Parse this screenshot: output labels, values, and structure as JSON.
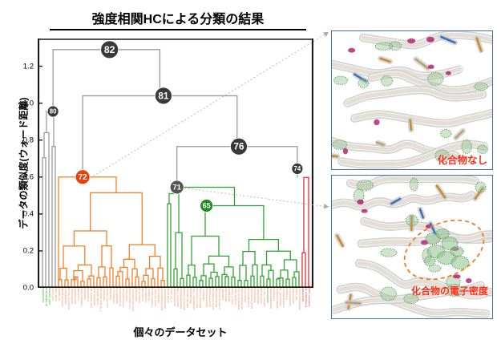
{
  "figure": {
    "title": "強度相関HCによる分類の結果",
    "xlabel": "個々のデータセット",
    "ylabel": "データの類似度(ウォード距離)"
  },
  "panels": {
    "top": {
      "caption": "化合物なし",
      "caption_color": "#ff2d16",
      "border_color": "#4a6fa8"
    },
    "bottom": {
      "caption": "化合物の電子密度",
      "caption_color": "#ff2d16",
      "border_color": "#4a6fa8",
      "highlight_shape": "dashed-ellipse",
      "highlight_color": "#f47c20"
    }
  },
  "colors": {
    "cluster_grey": "#9a9a9a",
    "cluster_orange": "#f57c20",
    "cluster_green": "#2ca02c",
    "cluster_red": "#e03131",
    "node_dark": "#3a3a3a",
    "node_orange": "#e8420a",
    "node_green": "#1e8c1e",
    "axis": "#222222",
    "guide_line": "#bdbdbd"
  },
  "chart_data": {
    "type": "dendrogram",
    "title": "強度相関HCによる分類の結果",
    "xlabel": "個々のデータセット",
    "ylabel": "データの類似度(ウォード距離)",
    "ylim": [
      0.0,
      1.35
    ],
    "yticks": [
      "0.0",
      "0.2",
      "0.4",
      "0.6",
      "0.8",
      "1.0",
      "1.2"
    ],
    "ytick_values": [
      0.0,
      0.2,
      0.4,
      0.6,
      0.8,
      1.0,
      1.2
    ],
    "grid": false,
    "legend": "none",
    "n_leaves": 84,
    "labeled_nodes": [
      {
        "id": "82",
        "height": 1.29,
        "x": 0.255,
        "color": "#3a3a3a",
        "text_color": "#ffffff",
        "r": 11
      },
      {
        "id": "81",
        "height": 1.04,
        "x": 0.455,
        "color": "#3a3a3a",
        "text_color": "#ffffff",
        "r": 10.5
      },
      {
        "id": "80",
        "height": 0.955,
        "x": 0.045,
        "color": "#3a3a3a",
        "text_color": "#ffffff",
        "r": 7
      },
      {
        "id": "76",
        "height": 0.765,
        "x": 0.735,
        "color": "#3a3a3a",
        "text_color": "#ffffff",
        "r": 10.5
      },
      {
        "id": "74",
        "height": 0.645,
        "x": 0.952,
        "color": "#3a3a3a",
        "text_color": "#ffffff",
        "r": 7
      },
      {
        "id": "72",
        "height": 0.6,
        "x": 0.155,
        "color": "#e8420a",
        "text_color": "#ffffff",
        "r": 9
      },
      {
        "id": "71",
        "height": 0.545,
        "x": 0.505,
        "color": "#555555",
        "text_color": "#ffffff",
        "r": 8.5
      },
      {
        "id": "65",
        "height": 0.445,
        "x": 0.615,
        "color": "#1e8c1e",
        "text_color": "#ffffff",
        "r": 8
      }
    ],
    "clusters": [
      {
        "name": "grey-cluster",
        "color": "#9a9a9a",
        "leaf_start": 0,
        "leaf_end": 4,
        "merge_height": 0.955
      },
      {
        "name": "orange-cluster",
        "color": "#f57c20",
        "leaf_start": 5,
        "leaf_end": 38,
        "merge_height": 0.6
      },
      {
        "name": "green-cluster",
        "color": "#2ca02c",
        "leaf_start": 39,
        "leaf_end": 80,
        "merge_height": 0.545
      },
      {
        "name": "red-cluster",
        "color": "#e03131",
        "leaf_start": 81,
        "leaf_end": 83,
        "merge_height": 0.6
      }
    ],
    "annotations": [
      {
        "from_node": "72",
        "to_panel": "top",
        "style": "dotted-arrow"
      },
      {
        "from_node": "71",
        "to_panel": "bottom",
        "style": "dotted-arrow"
      }
    ]
  }
}
